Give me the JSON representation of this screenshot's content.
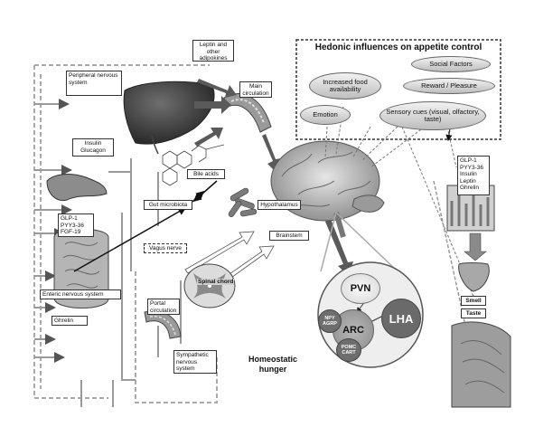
{
  "hedonic": {
    "title": "Hedonic influences on appetite control",
    "social": "Social Factors",
    "food": "Increased food availability",
    "reward": "Reward / Pleasure",
    "emotion": "Emotion",
    "sensory": "Sensory cues (visual, olfactory, taste)"
  },
  "boxes": {
    "leptin": "Leptin and other adipokines",
    "peripheral": "Peripheral nervous system",
    "main_circ": "Main circulation",
    "insulin": "Insulin\nGlucagon",
    "bile": "Bile acids",
    "gut_micro": "Gut microbiota",
    "glp_left": "GLP-1\nPYY3-36\nFGF-19",
    "vagus": "Vagus nerve",
    "hypothalamus": "Hypothalamus",
    "brainstem": "Brainstem",
    "spinal": "Spinal chord",
    "enteric": "Enteric nervous system",
    "ghrelin": "Ghrelin",
    "portal": "Portal circulation",
    "sympathetic": "Sympathetic nervous system",
    "glp_right": "GLP-1\nPYY3-36\nInsulin\nLeptin\nGhrelin",
    "smell": "Smell",
    "taste": "Taste"
  },
  "nuclei": {
    "pvn": "PVN",
    "arc": "ARC",
    "lha": "LHA",
    "npy": "NPY\nAGRP",
    "pomc": "POMC\nCART"
  },
  "homeostatic": "Homeostatic\nhunger"
}
